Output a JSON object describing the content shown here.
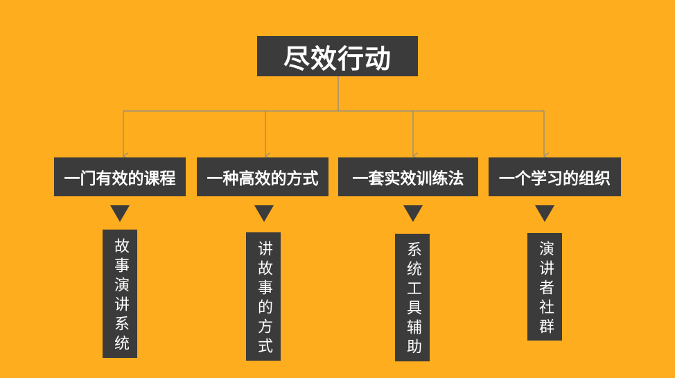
{
  "title": "尽效行动",
  "branches": [
    {
      "label": "一门有效的课程",
      "detail": "故事演讲系统"
    },
    {
      "label": "一种高效的方式",
      "detail": "讲故事的方式"
    },
    {
      "label": "一套实效训练法",
      "detail": "系统工具辅助"
    },
    {
      "label": "一个学习的组织",
      "detail": "演讲者社群"
    }
  ],
  "colors": {
    "background": "#FDAD1E",
    "box": "#3b3b3b",
    "text": "#ffffff",
    "connector": "#8a8a8a"
  }
}
